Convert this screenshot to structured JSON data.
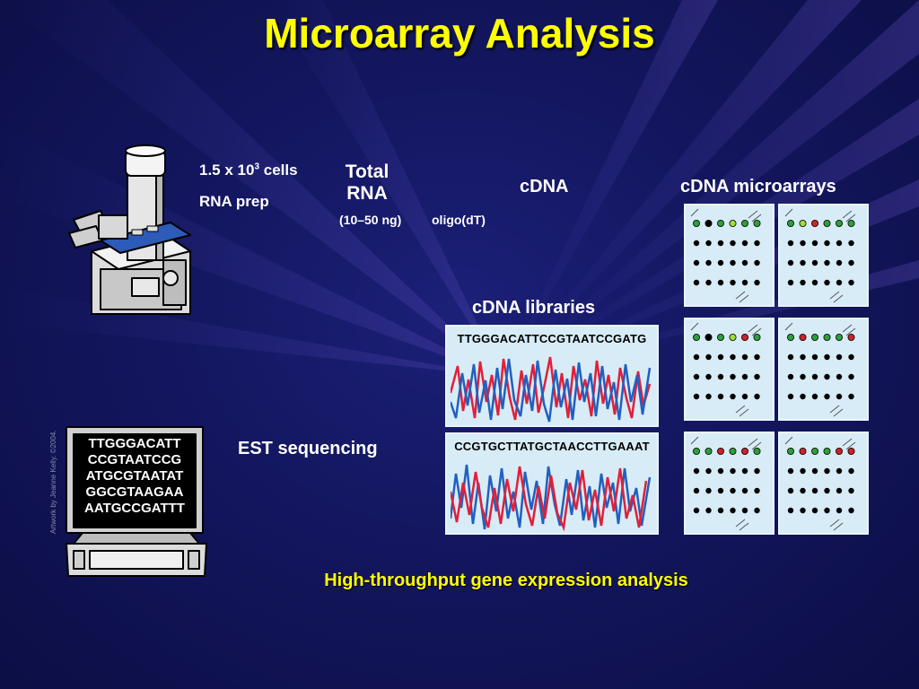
{
  "title": "Microarray Analysis",
  "labels": {
    "cells": "1.5 x 10",
    "cells_exp": "3",
    "cells_suffix": " cells",
    "rna_prep": "RNA prep",
    "total_rna_1": "Total",
    "total_rna_2": "RNA",
    "amount": "(10–50 ng)",
    "oligo": "oligo(dT)",
    "cdna": "cDNA",
    "cdna_microarrays": "cDNA microarrays",
    "cdna_libraries": "cDNA libraries",
    "est_sequencing": "EST sequencing",
    "footer": "High-throughput gene expression analysis",
    "credit": "Artwork by Jeanne Kelly. ©2004."
  },
  "sequences": {
    "trace1": "TTGGGACATTCCGTAATCCGATG",
    "trace2": "CCGTGCTTATGCTAACCTTGAAAT",
    "monitor": [
      "TTGGGACATT",
      "CCGTAATCCG",
      "ATGCGTAATAT",
      "GGCGTAAGAA",
      "AATGCCGATTT"
    ]
  },
  "colors": {
    "title": "#ffff00",
    "background": "#141761",
    "trace_red": "#e0203a",
    "trace_blue": "#2060c0",
    "panel": "#d8ecf7",
    "spot_green": "#2e9e3c",
    "spot_lightgreen": "#9fdc3c",
    "spot_red": "#d0202a",
    "spot_black": "#000000"
  },
  "arrays": [
    [
      "gbglgg",
      "glrggg"
    ],
    [
      "gbglrg",
      "grgggr"
    ],
    [
      "ggrgrg",
      "grggrr"
    ]
  ]
}
